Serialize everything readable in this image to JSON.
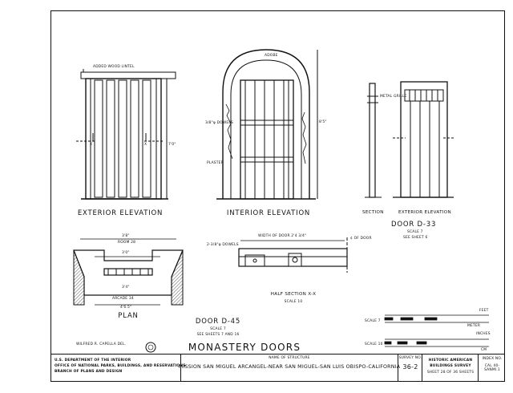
{
  "drawing": {
    "exterior_elevation_label": "EXTERIOR ELEVATION",
    "interior_elevation_label": "INTERIOR ELEVATION",
    "section_label": "SECTION",
    "exterior_elevation_label_2": "EXTERIOR ELEVATION",
    "added_wood_lintel": "ADDED WOOD LINTEL",
    "adobe_note": "ADOBE",
    "dowels_note": "3/8\"φ DOWELS",
    "plaster_note": "PLASTER",
    "metal_grille_note": "METAL GRILLE",
    "height_ext": "7'0\"",
    "height_int": "8'5\"",
    "x_marker": "X",
    "door_d33": {
      "title": "DOOR D-33",
      "scale": "SCALE 7",
      "see": "SEE SHEET 6"
    },
    "plan": {
      "label": "PLAN",
      "room": "ROOM 28",
      "arcade": "ARCADE 34",
      "dim_top": "3'8\"",
      "dim_inner": "3'0\"",
      "dim_bottom": "3'4\"",
      "dim_bottom2": "4'6.5\""
    },
    "half_section": {
      "label": "HALF SECTION X-X",
      "scale": "SCALE 10",
      "width_note": "WIDTH OF DOOR 2'4 3/4\"",
      "dowels": "2-3/8\"φ DOWELS",
      "center": "¢ OF DOOR"
    },
    "door_d45": {
      "title": "DOOR D-45",
      "scale": "SCALE 7",
      "see": "SEE SHEETS 7 AND 16"
    },
    "delineator": "WILFRED R. CAPELLA DEL.",
    "sheet_title": "MONASTERY DOORS",
    "scales": {
      "scale7": "SCALE 7",
      "scale10": "SCALE 10",
      "feet": "FEET",
      "meter": "METER",
      "inches": "INCHES",
      "cm": "CM"
    }
  },
  "title_block": {
    "agency_line1": "U.S. DEPARTMENT OF THE INTERIOR",
    "agency_line2": "OFFICE OF NATIONAL PARKS, BUILDINGS, AND RESERVATIONS",
    "agency_line3": "BRANCH OF PLANS AND DESIGN",
    "structure_caption": "NAME OF STRUCTURE",
    "structure_name": "MISSION SAN MIGUEL ARCANGEL-NEAR SAN MIGUEL-SAN LUIS OBISPO-CALIFORNIA",
    "survey_caption": "SURVEY NO.",
    "survey_no": "36-2",
    "habs_line1": "HISTORIC AMERICAN",
    "habs_line2": "BUILDINGS SURVEY",
    "sheet_of": "SHEET 28 OF 36 SHEETS",
    "index_caption": "INDEX NO.",
    "index_no": "CAL 40-SANMI.1"
  }
}
